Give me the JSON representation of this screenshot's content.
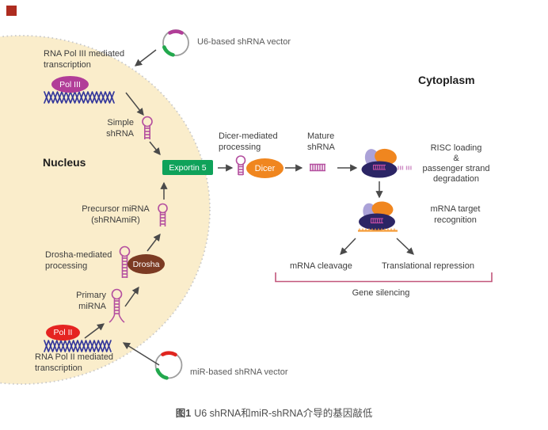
{
  "figure": {
    "caption_fig": "图1",
    "caption_text": "U6 shRNA和miR-shRNA介导的基因敲低"
  },
  "regions": {
    "nucleus": "Nucleus",
    "cytoplasm": "Cytoplasm"
  },
  "vectors": {
    "u6_label": "U6-based shRNA vector",
    "mir_label": "miR-based shRNA vector"
  },
  "enzymes": {
    "pol3": "Pol III",
    "pol2": "Pol II",
    "drosha": "Drosha",
    "dicer": "Dicer",
    "exportin5": "Exportin 5"
  },
  "labels": {
    "rna_pol3": {
      "lines": [
        "RNA Pol III mediated",
        "transcription"
      ]
    },
    "simple_shrna": {
      "lines": [
        "Simple",
        "shRNA"
      ]
    },
    "precursor": {
      "lines": [
        "Precursor miRNA",
        "(shRNAmiR)"
      ]
    },
    "drosha_processing": {
      "lines": [
        "Drosha-mediated",
        "processing"
      ]
    },
    "primary": {
      "lines": [
        "Primary",
        "miRNA"
      ]
    },
    "rna_pol2": {
      "lines": [
        "RNA Pol II mediated",
        "transcription"
      ]
    },
    "dicer_processing": {
      "lines": [
        "Dicer-mediated",
        "processing"
      ]
    },
    "mature": {
      "lines": [
        "Mature",
        "shRNA"
      ]
    },
    "risc": {
      "lines": [
        "RISC loading",
        "&",
        "passenger strand",
        "degradation"
      ]
    },
    "mrna_target": {
      "lines": [
        "mRNA target",
        "recognition"
      ]
    },
    "mrna_cleavage": "mRNA cleavage",
    "translational_repression": "Translational repression",
    "gene_silencing": "Gene silencing"
  },
  "icons": {
    "red_bullet": "square-bullet",
    "u6_plasmid": "circular-vector-ring",
    "mir_plasmid": "circular-vector-ring",
    "hairpin": "shRNA-hairpin-lollipop",
    "dna_helix": "double-helix-zigzag",
    "risc_complex": "three-blob-protein-complex",
    "mature_shrna": "striped-duplex-ladder",
    "gene_silencing_bracket": "upward-bracket"
  },
  "colors": {
    "nucleus_fill": "#FAEDCB",
    "nucleus_dots": "#c9c9c9",
    "pol3": "#B13D98",
    "pol2": "#E52421",
    "drosha": "#7C3B23",
    "dicer": "#F0861F",
    "exportin5": "#0FA25A",
    "rna_magenta": "#B44F9F",
    "helix_navy": "#34389B",
    "risc_navy": "#2B2565",
    "risc_lavender": "#ABA2D8",
    "risc_orange": "#F0861F",
    "mrna_orange": "#F59C38",
    "stripe_magenta": "#C84FA5",
    "fragment_pink": "#CE8BC4",
    "bracket_pink": "#C2567B",
    "arrow_gray": "#4a4a4a",
    "vector_ring_gray": "#9E9E9E",
    "vector_arc_green": "#22A84D",
    "mir_arc_red": "#E0251F",
    "red_bullet": "#AE2C20",
    "text_dark": "#3d3d3d",
    "text_gray": "#5a5a5a"
  }
}
